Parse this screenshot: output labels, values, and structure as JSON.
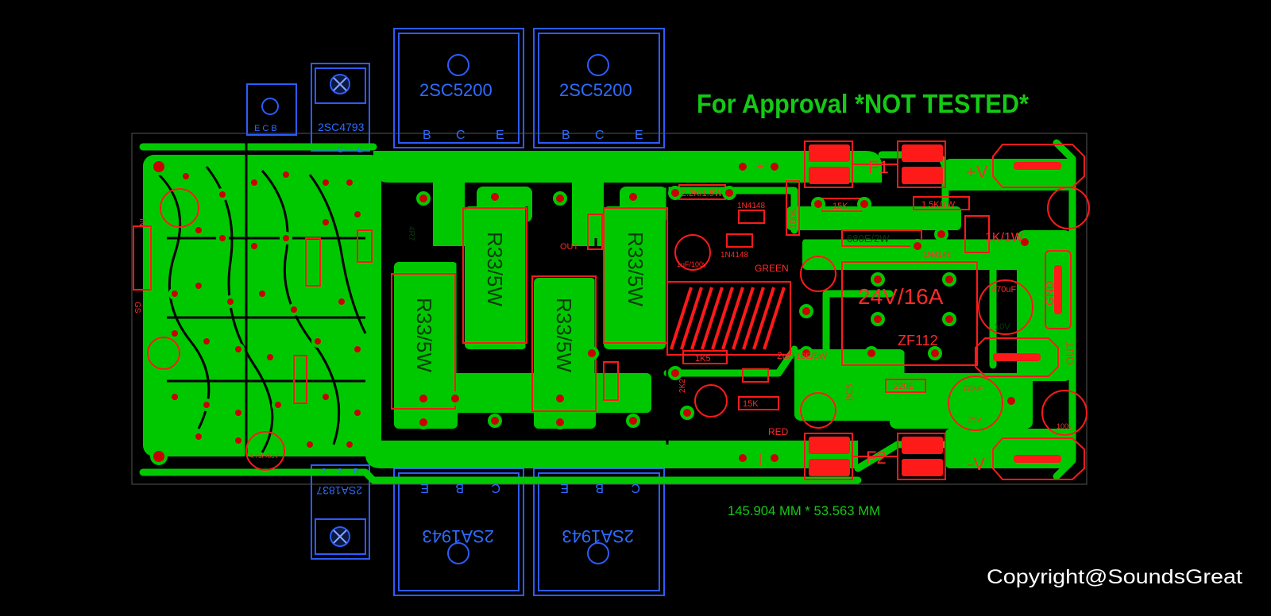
{
  "title": "For Approval *NOT TESTED*",
  "dimensions": "145.904 MM * 53.563 MM",
  "copyright": "Copyright@SoundsGreat",
  "colors": {
    "background": "#000000",
    "copper": "#00c800",
    "silk": "#ff1a1a",
    "outline": "#2c5cff",
    "text": "#1ad11a"
  },
  "transistors": {
    "top_left": "2SC5200",
    "top_right": "2SC5200",
    "bottom_left": "2SA1943",
    "bottom_right": "2SA1943",
    "driver_top": "2SC4793",
    "driver_bottom": "2SA1837",
    "small_pins": "E C B",
    "pins_top": [
      "B",
      "C",
      "E"
    ],
    "pins_bottom": [
      "E",
      "C",
      "B"
    ],
    "driver_top_pins": [
      "C",
      "E"
    ],
    "driver_bottom_pins": [
      "3",
      "3",
      "B"
    ]
  },
  "resistors": {
    "emitter": "R33/5W",
    "r1": "2.2K/1.5W",
    "r2": "100K",
    "r3": "15K",
    "r4": "1.5K/1W",
    "r5": "680E/2W",
    "r6": "1K/1W",
    "r7": "1K5",
    "r8": "15K",
    "r9": "220E",
    "r10": "10E/5W",
    "r11": "4R7",
    "r12": "2K2"
  },
  "diodes": {
    "d1": "1N4148",
    "d2": "1N4148",
    "d3": "1N4148"
  },
  "capacitors": {
    "c1": "1uF/100v",
    "c2": "470uF",
    "c2v": "10V",
    "c3": "220uF",
    "c3v": "25V",
    "c4": "100v",
    "c5": "4.7uF/63V"
  },
  "relay": {
    "label": "24V/16A",
    "part": "ZF112"
  },
  "fuses": {
    "f1": "F1",
    "f2": "F2"
  },
  "terminals": {
    "pos": "+V",
    "neg": "-V",
    "gnd": "GND",
    "out": "OUT"
  },
  "misc": {
    "green": "GREEN",
    "red": "RED",
    "coil": "2uH",
    "out_small": "OUT",
    "bc5": "BC5",
    "in": "IN",
    "gs": "GS"
  }
}
